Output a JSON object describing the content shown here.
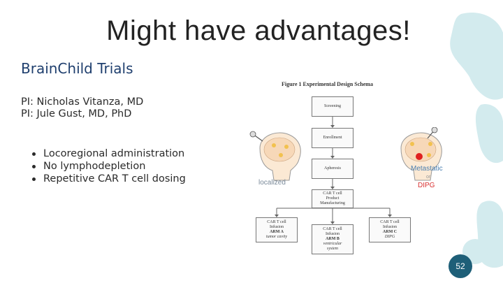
{
  "slide": {
    "title": "Might have advantages!",
    "page_number": "52"
  },
  "left_panel": {
    "heading": "BrainChild Trials",
    "investigators": [
      "PI: Nicholas Vitanza, MD",
      "PI: Jule Gust, MD, PhD"
    ],
    "bullets": [
      "Locoregional administration",
      "No lymphodepletion",
      "Repetitive CAR T cell dosing"
    ]
  },
  "figure": {
    "title": "Figure 1 Experimental Design Schema",
    "steps": [
      "Screening",
      "Enrollment",
      "Apheresis"
    ],
    "manufacturing": [
      "CAR T cell",
      "Product",
      "Manufacturing"
    ],
    "arm_a": [
      "CAR T cell",
      "Infusion",
      "ARM A",
      "tumor cavity"
    ],
    "arm_b": [
      "CAR T cell",
      "Infusion",
      "ARM B",
      "ventricular",
      "system"
    ],
    "arm_c": [
      "CAR T cell",
      "Infusion",
      "ARM C",
      "DIPG"
    ],
    "label_localized": "localized",
    "label_metastatic": "Metastatic",
    "label_or": "or",
    "label_dipg": "DIPG"
  },
  "colors": {
    "heading": "#1f3f6e",
    "badge": "#1e5f78",
    "deco": "#d3ebee",
    "tumor": "#e02020",
    "highlight": "#f2c14e"
  }
}
